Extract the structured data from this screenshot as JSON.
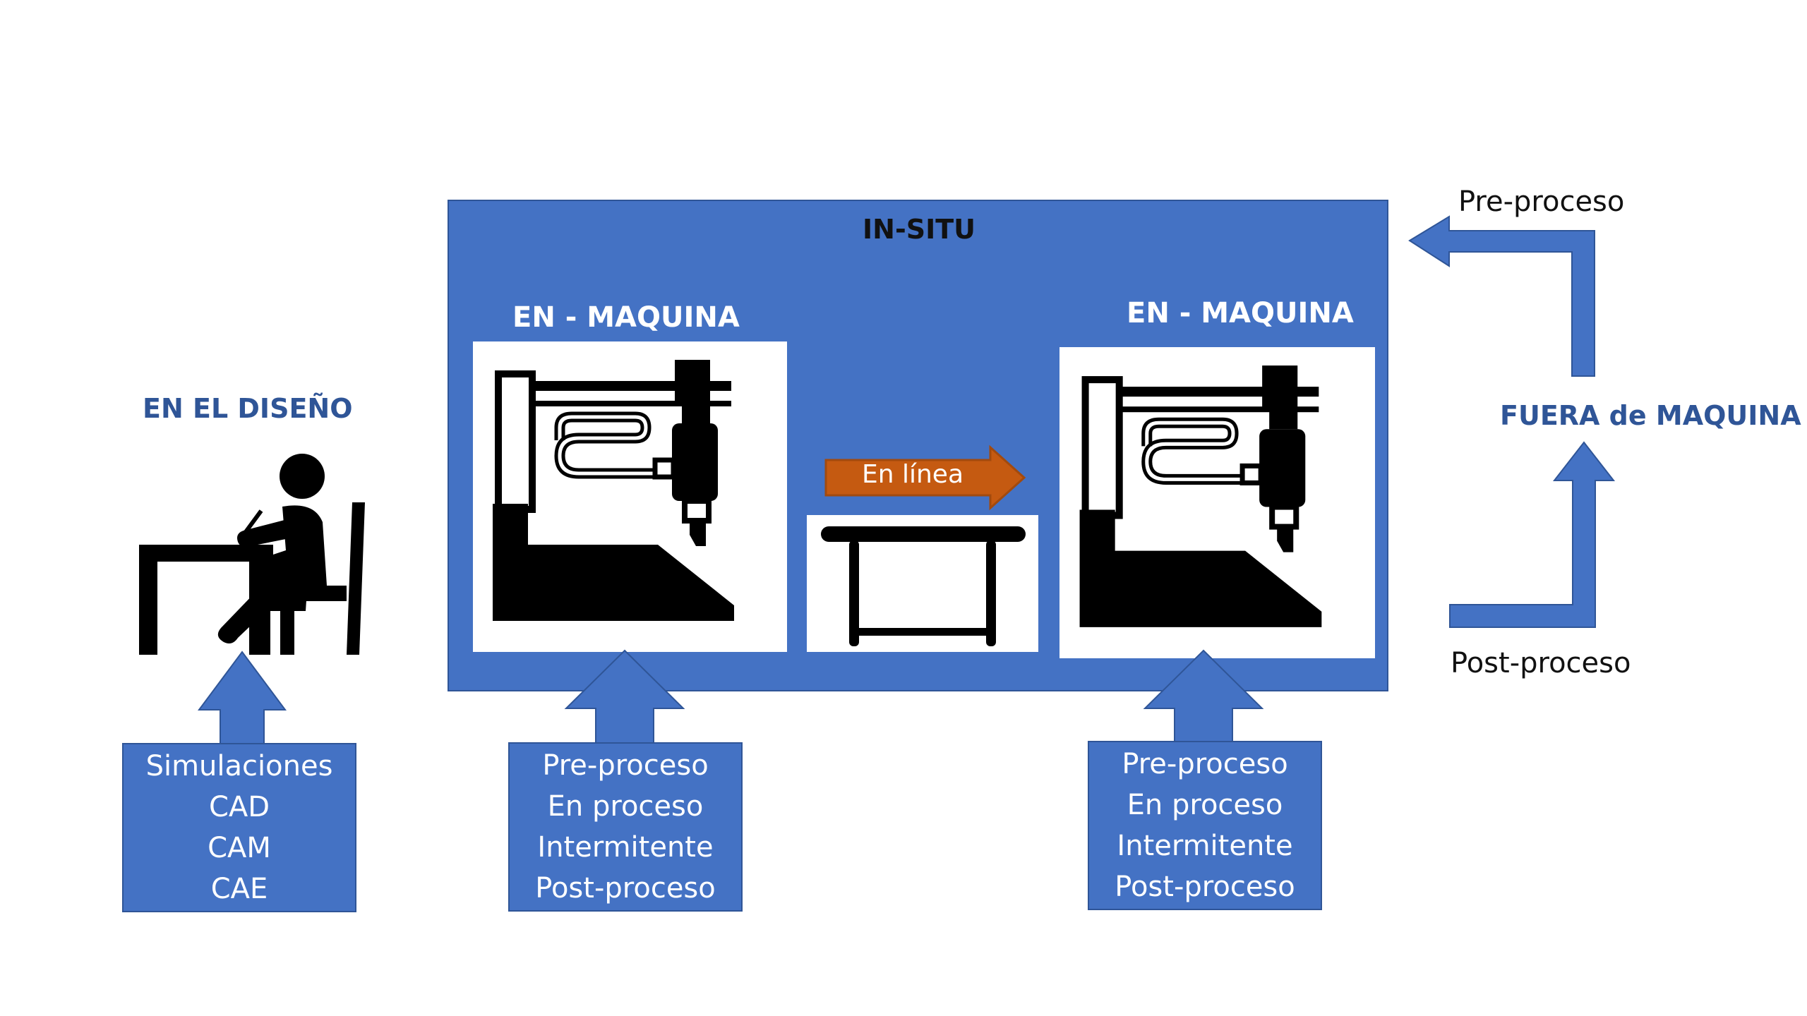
{
  "insitu": {
    "title": "IN-SITU"
  },
  "machine_left": {
    "title": "EN - MAQUINA"
  },
  "machine_right": {
    "title": "EN - MAQUINA"
  },
  "inline_arrow": {
    "label": "En línea",
    "color": "#C55A11"
  },
  "design": {
    "title": "EN EL DISEÑO",
    "items": [
      "Simulaciones",
      "CAD",
      "CAM",
      "CAE"
    ]
  },
  "left_process": {
    "items": [
      "Pre-proceso",
      "En proceso",
      "Intermitente",
      "Post-proceso"
    ]
  },
  "right_process": {
    "items": [
      "Pre-proceso",
      "En proceso",
      "Intermitente",
      "Post-proceso"
    ]
  },
  "off_machine": {
    "title": "FUERA de MAQUINA",
    "pre_label": "Pre-proceso",
    "post_label": "Post-proceso"
  },
  "colors": {
    "box_blue": "#4472C4",
    "border_blue": "#2F5597",
    "orange": "#C55A11",
    "icon_black": "#000000"
  },
  "icons": [
    "person-at-desk-icon",
    "cnc-machine-icon",
    "table-icon",
    "cnc-machine-icon",
    "arrow-up-icon",
    "arrow-left-icon",
    "arrow-right-icon"
  ]
}
